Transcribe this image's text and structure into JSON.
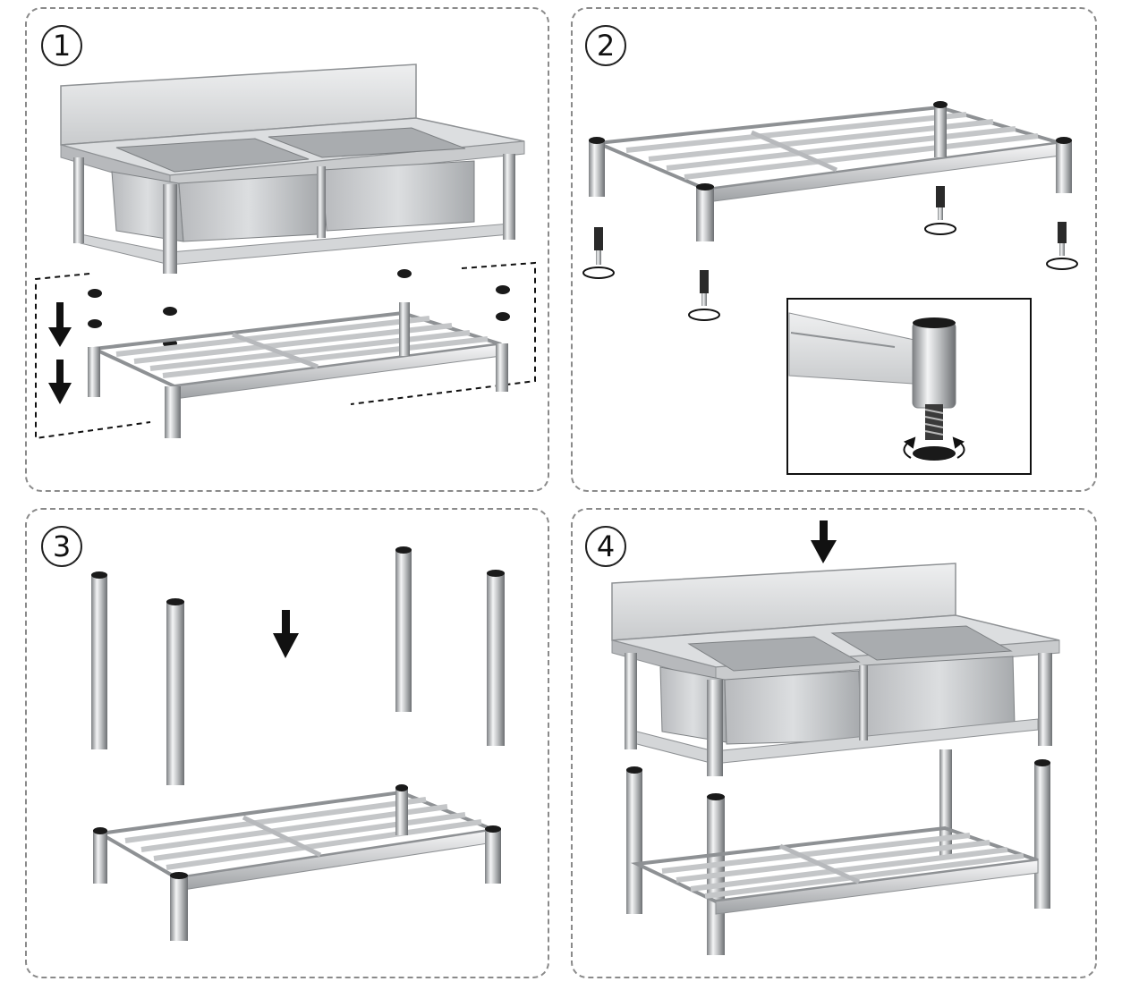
{
  "steps": [
    {
      "number": "1"
    },
    {
      "number": "2"
    },
    {
      "number": "3"
    },
    {
      "number": "4"
    }
  ],
  "colors": {
    "steel_light": "#e6e7e8",
    "steel_mid": "#c4c6c8",
    "steel_dark": "#8e9194",
    "cap_black": "#1a1a1a",
    "frame_dashed": "#8a8a8a",
    "arrow": "#111111"
  },
  "icons": [
    "down-arrow-icon",
    "rotate-arrows-icon",
    "adjustable-foot-icon"
  ]
}
